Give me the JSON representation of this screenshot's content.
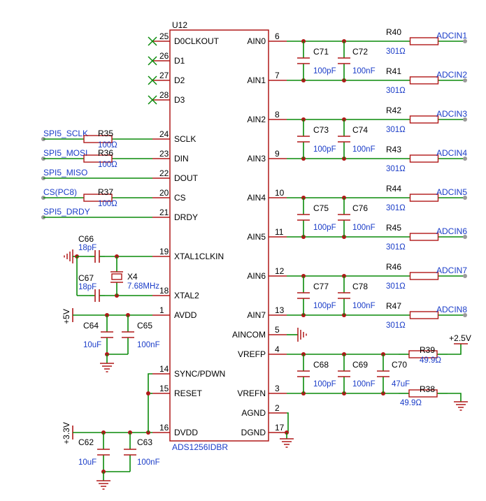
{
  "chip": {
    "ref": "U12",
    "part": "ADS1256IDBR",
    "left_pins": [
      {
        "num": "25",
        "name": "D0CLKOUT"
      },
      {
        "num": "26",
        "name": "D1"
      },
      {
        "num": "27",
        "name": "D2"
      },
      {
        "num": "28",
        "name": "D3"
      },
      {
        "num": "24",
        "name": "SCLK"
      },
      {
        "num": "23",
        "name": "DIN"
      },
      {
        "num": "22",
        "name": "DOUT"
      },
      {
        "num": "20",
        "name": "CS"
      },
      {
        "num": "21",
        "name": "DRDY"
      },
      {
        "num": "19",
        "name": "XTAL1CLKIN"
      },
      {
        "num": "18",
        "name": "XTAL2"
      },
      {
        "num": "1",
        "name": "AVDD"
      },
      {
        "num": "14",
        "name": "SYNC/PDWN"
      },
      {
        "num": "15",
        "name": "RESET"
      },
      {
        "num": "16",
        "name": "DVDD"
      }
    ],
    "right_pins": [
      {
        "num": "6",
        "name": "AIN0"
      },
      {
        "num": "7",
        "name": "AIN1"
      },
      {
        "num": "8",
        "name": "AIN2"
      },
      {
        "num": "9",
        "name": "AIN3"
      },
      {
        "num": "10",
        "name": "AIN4"
      },
      {
        "num": "11",
        "name": "AIN5"
      },
      {
        "num": "12",
        "name": "AIN6"
      },
      {
        "num": "13",
        "name": "AIN7"
      },
      {
        "num": "5",
        "name": "AINCOM"
      },
      {
        "num": "4",
        "name": "VREFP"
      },
      {
        "num": "3",
        "name": "VREFN"
      },
      {
        "num": "2",
        "name": "AGND"
      },
      {
        "num": "17",
        "name": "DGND"
      }
    ]
  },
  "spi": [
    {
      "net": "SPI5_SCLK",
      "res": "R35",
      "val": "100Ω"
    },
    {
      "net": "SPI5_MOSI",
      "res": "R36",
      "val": "100Ω"
    },
    {
      "net": "SPI5_MISO",
      "res": "",
      "val": ""
    },
    {
      "net": "CS(PC8)",
      "res": "R37",
      "val": "100Ω"
    },
    {
      "net": "SPI5_DRDY",
      "res": "",
      "val": ""
    }
  ],
  "analog": [
    {
      "ca": "C71",
      "cb": "C72",
      "ra": "R40",
      "rb": "R41",
      "na": "ADCIN1",
      "nb": "ADCIN2"
    },
    {
      "ca": "C73",
      "cb": "C74",
      "ra": "R42",
      "rb": "R43",
      "na": "ADCIN3",
      "nb": "ADCIN4"
    },
    {
      "ca": "C75",
      "cb": "C76",
      "ra": "R44",
      "rb": "R45",
      "na": "ADCIN5",
      "nb": "ADCIN6"
    },
    {
      "ca": "C77",
      "cb": "C78",
      "ra": "R46",
      "rb": "R47",
      "na": "ADCIN7",
      "nb": "ADCIN8"
    }
  ],
  "analog_values": {
    "cap_a": "100pF",
    "cap_b": "100nF",
    "res": "301Ω"
  },
  "clock": {
    "c1": "C66",
    "c1v": "18pF",
    "c2": "C67",
    "c2v": "18pF",
    "x": "X4",
    "xv": "7.68MHz"
  },
  "avdd": {
    "rail": "+5V",
    "c1": "C64",
    "c1v": "10uF",
    "c2": "C65",
    "c2v": "100nF"
  },
  "dvdd": {
    "rail": "+3.3V",
    "c1": "C62",
    "c1v": "10uF",
    "c2": "C63",
    "c2v": "100nF"
  },
  "vref": {
    "rail": "+2.5V",
    "r1": "R39",
    "r1v": "49.9Ω",
    "r2": "R38",
    "r2v": "49.9Ω",
    "c1": "C68",
    "c1v": "100pF",
    "c2": "C69",
    "c2v": "100nF",
    "c3": "C70",
    "c3v": "47uF"
  },
  "colors": {
    "wire": "#0a8a0a",
    "part": "#b01818",
    "chip": "#b01818",
    "text": "#000000",
    "label": "#1a3cc8",
    "junction": "#b01818"
  }
}
